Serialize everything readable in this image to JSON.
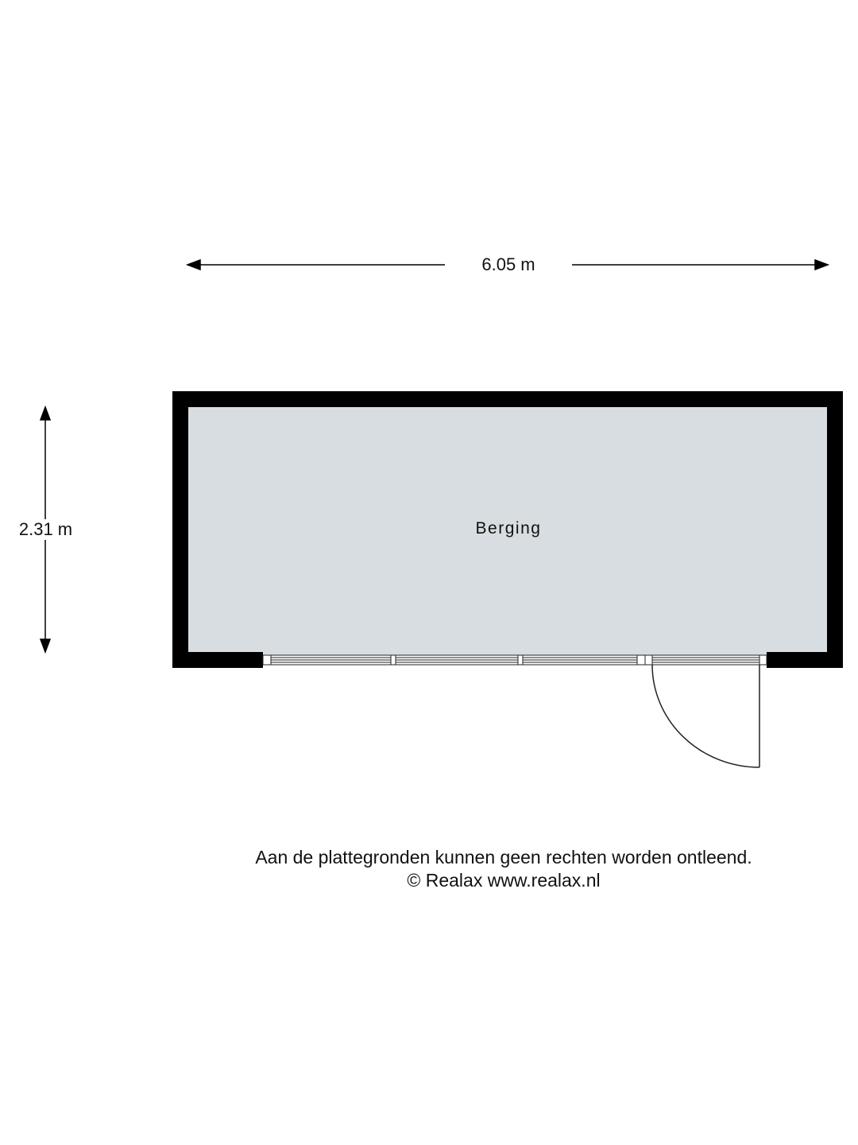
{
  "dimensions": {
    "width_label": "6.05 m",
    "height_label": "2.31 m"
  },
  "rooms": [
    {
      "name": "Berging",
      "fill": "#d7dde0"
    }
  ],
  "footer": {
    "disclaimer": "Aan de plattegronden kunnen geen rechten worden ontleend.",
    "copyright": "© Realax www.realax.nl"
  },
  "colors": {
    "wall": "#000000",
    "room_fill": "#d7dde0"
  }
}
